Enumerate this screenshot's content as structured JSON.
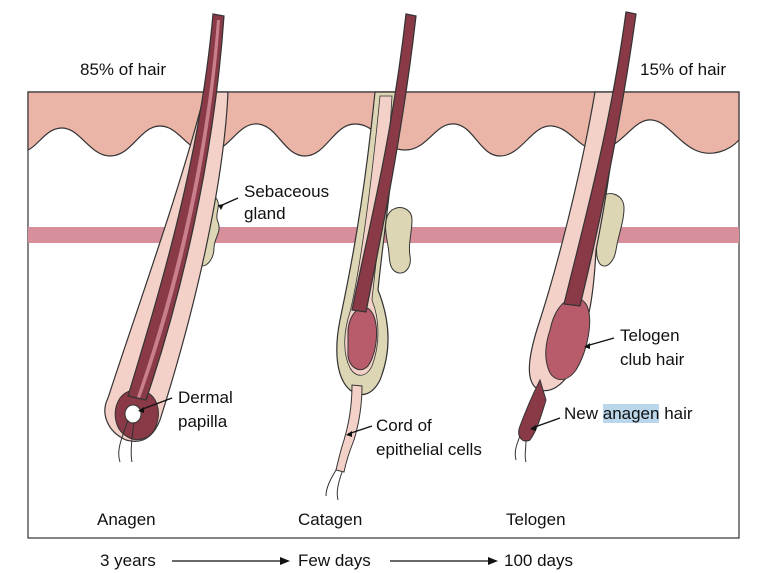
{
  "labels": {
    "pct_anagen": "85% of hair",
    "pct_telogen": "15% of hair",
    "sebaceous_line1": "Sebaceous",
    "sebaceous_line2": "gland",
    "dermal_line1": "Dermal",
    "dermal_line2": "papilla",
    "cord_line1": "Cord of",
    "cord_line2": "epithelial cells",
    "club_line1": "Telogen",
    "club_line2": "club hair",
    "new_hair_prefix": "New ",
    "new_hair_highlight": "anagen",
    "new_hair_suffix": " hair"
  },
  "stages": [
    "Anagen",
    "Catagen",
    "Telogen"
  ],
  "timeline": [
    "3 years",
    "Few days",
    "100 days"
  ],
  "colors": {
    "skin": "#eab5a7",
    "band": "#d78f9b",
    "gland": "#ddd6b4",
    "hair_dark": "#8a3a47",
    "hair_mid": "#b85b6a",
    "sheath_light": "#f3d1c8",
    "outline": "#222222",
    "highlight": "#b9d6ea"
  }
}
